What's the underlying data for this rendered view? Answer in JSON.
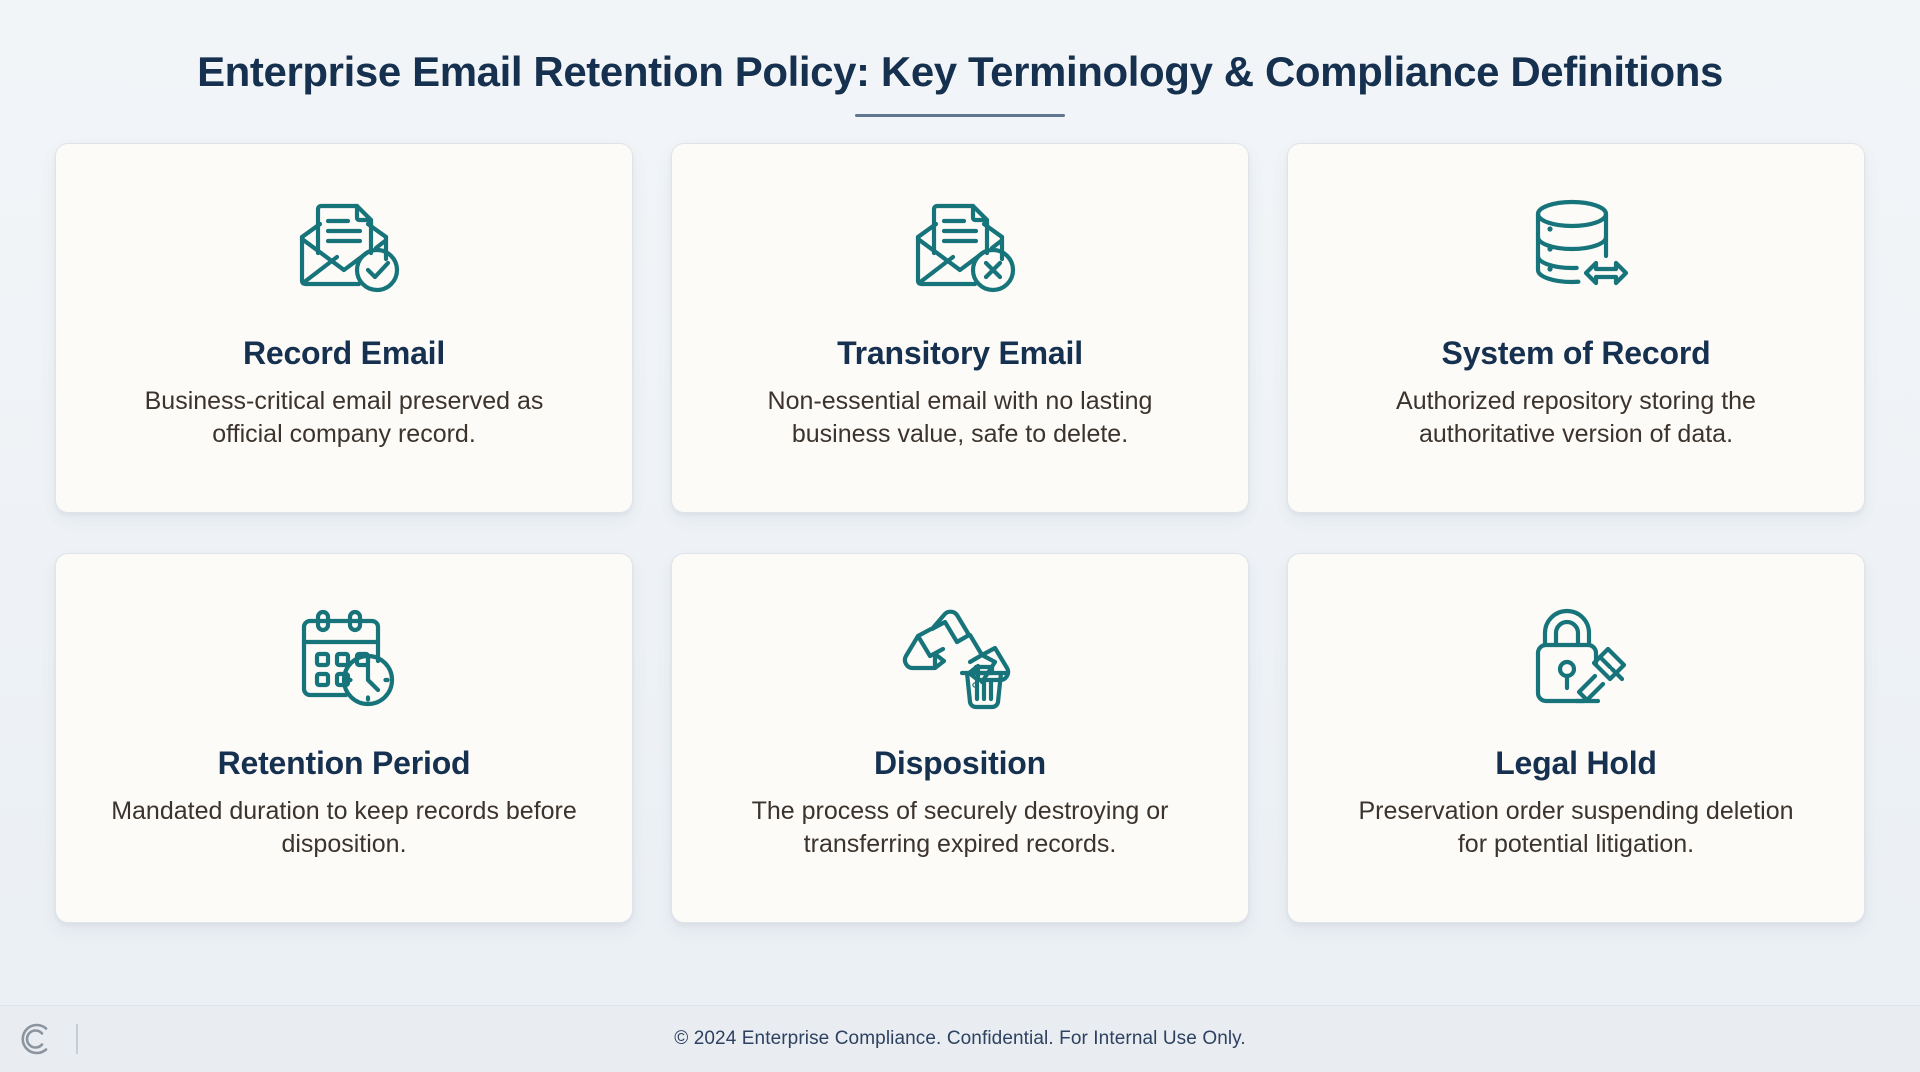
{
  "header": {
    "title": "Enterprise Email Retention Policy: Key Terminology & Compliance Definitions"
  },
  "theme": {
    "title_color": "#16304f",
    "icon_color": "#16747a",
    "body_text_color": "#3b332c",
    "page_background": "#f1f4f7",
    "card_background": "#fcfbf8",
    "card_border": "#dfe4ea",
    "footer_background": "#e9edf2",
    "footer_text_color": "#2d4160"
  },
  "cards": [
    {
      "icon": "envelope-document-check-icon",
      "title": "Record Email",
      "description": "Business-critical email preserved as official company record."
    },
    {
      "icon": "envelope-document-x-icon",
      "title": "Transitory Email",
      "description": "Non-essential email with no lasting business value, safe to delete."
    },
    {
      "icon": "database-transfer-icon",
      "title": "System of Record",
      "description": "Authorized repository storing the authoritative version of data."
    },
    {
      "icon": "calendar-clock-icon",
      "title": "Retention Period",
      "description": "Mandated duration to keep records before disposition."
    },
    {
      "icon": "recycle-trash-icon",
      "title": "Disposition",
      "description": "The process of securely destroying or transferring expired records."
    },
    {
      "icon": "padlock-gavel-icon",
      "title": "Legal Hold",
      "description": "Preservation order suspending deletion for potential litigation."
    }
  ],
  "footer": {
    "logo": "c-monogram-logo",
    "text": "© 2024 Enterprise Compliance. Confidential. For Internal Use Only."
  }
}
